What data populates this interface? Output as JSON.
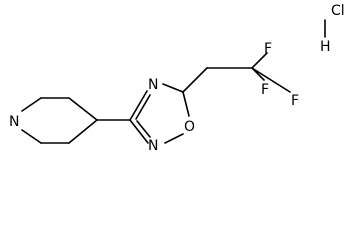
{
  "molecule": {
    "atoms": {
      "piperidine_n": "N",
      "ring_n3": "N",
      "ring_n2": "N",
      "ring_o1": "O",
      "f_top": "F",
      "f_right": "F",
      "f_bottom": "F",
      "salt_cl": "Cl",
      "salt_h": "H"
    }
  },
  "colors": {
    "ink": "#000000",
    "background": "#ffffff"
  }
}
